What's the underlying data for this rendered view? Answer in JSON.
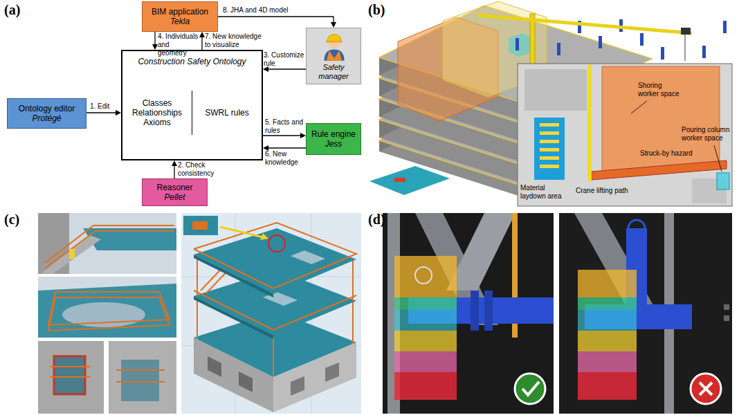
{
  "diagram": {
    "nodes": [
      {
        "text": [
          "BIM application",
          "Tekla"
        ]
      },
      {
        "text": [
          "Safety manager"
        ]
      },
      {
        "text": [
          "Construction Safety Ontology",
          "Classes Relationships Axioms",
          "SWRL rules"
        ]
      },
      {
        "text": [
          "Ontology editor",
          "Protégé"
        ]
      },
      {
        "text": [
          "Rule engine",
          "Jess"
        ]
      },
      {
        "text": [
          "Reasoner",
          "Pellet"
        ]
      }
    ],
    "edges": [
      {
        "from": 3,
        "to": 2,
        "arrow": "to",
        "label": "1. Edit"
      },
      {
        "from": 5,
        "to": 2,
        "arrow": "to",
        "label": "2. Check consistency"
      },
      {
        "from": 1,
        "to": 2,
        "arrow": "to",
        "label": "3. Customize rule"
      },
      {
        "from": 0,
        "to": 2,
        "arrow": "to",
        "label": "4. Individuals and geometry"
      },
      {
        "from": 2,
        "to": 4,
        "arrow": "to",
        "label": "5. Facts and rules"
      },
      {
        "from": 4,
        "to": 2,
        "arrow": "to",
        "label": "6. New knowledge"
      },
      {
        "from": 2,
        "to": 0,
        "arrow": "to",
        "label": "7. New knowledge to visualize"
      },
      {
        "from": 0,
        "to": 1,
        "arrow": "to",
        "label": "8. JHA and 4D model"
      }
    ],
    "labels": [
      "(a)",
      "(b)",
      "(c)",
      "(d)",
      "Shoring worker space",
      "Pouring column worker space",
      "Struck-by hazard",
      "Material laydown area",
      "Crane lifting path"
    ]
  }
}
